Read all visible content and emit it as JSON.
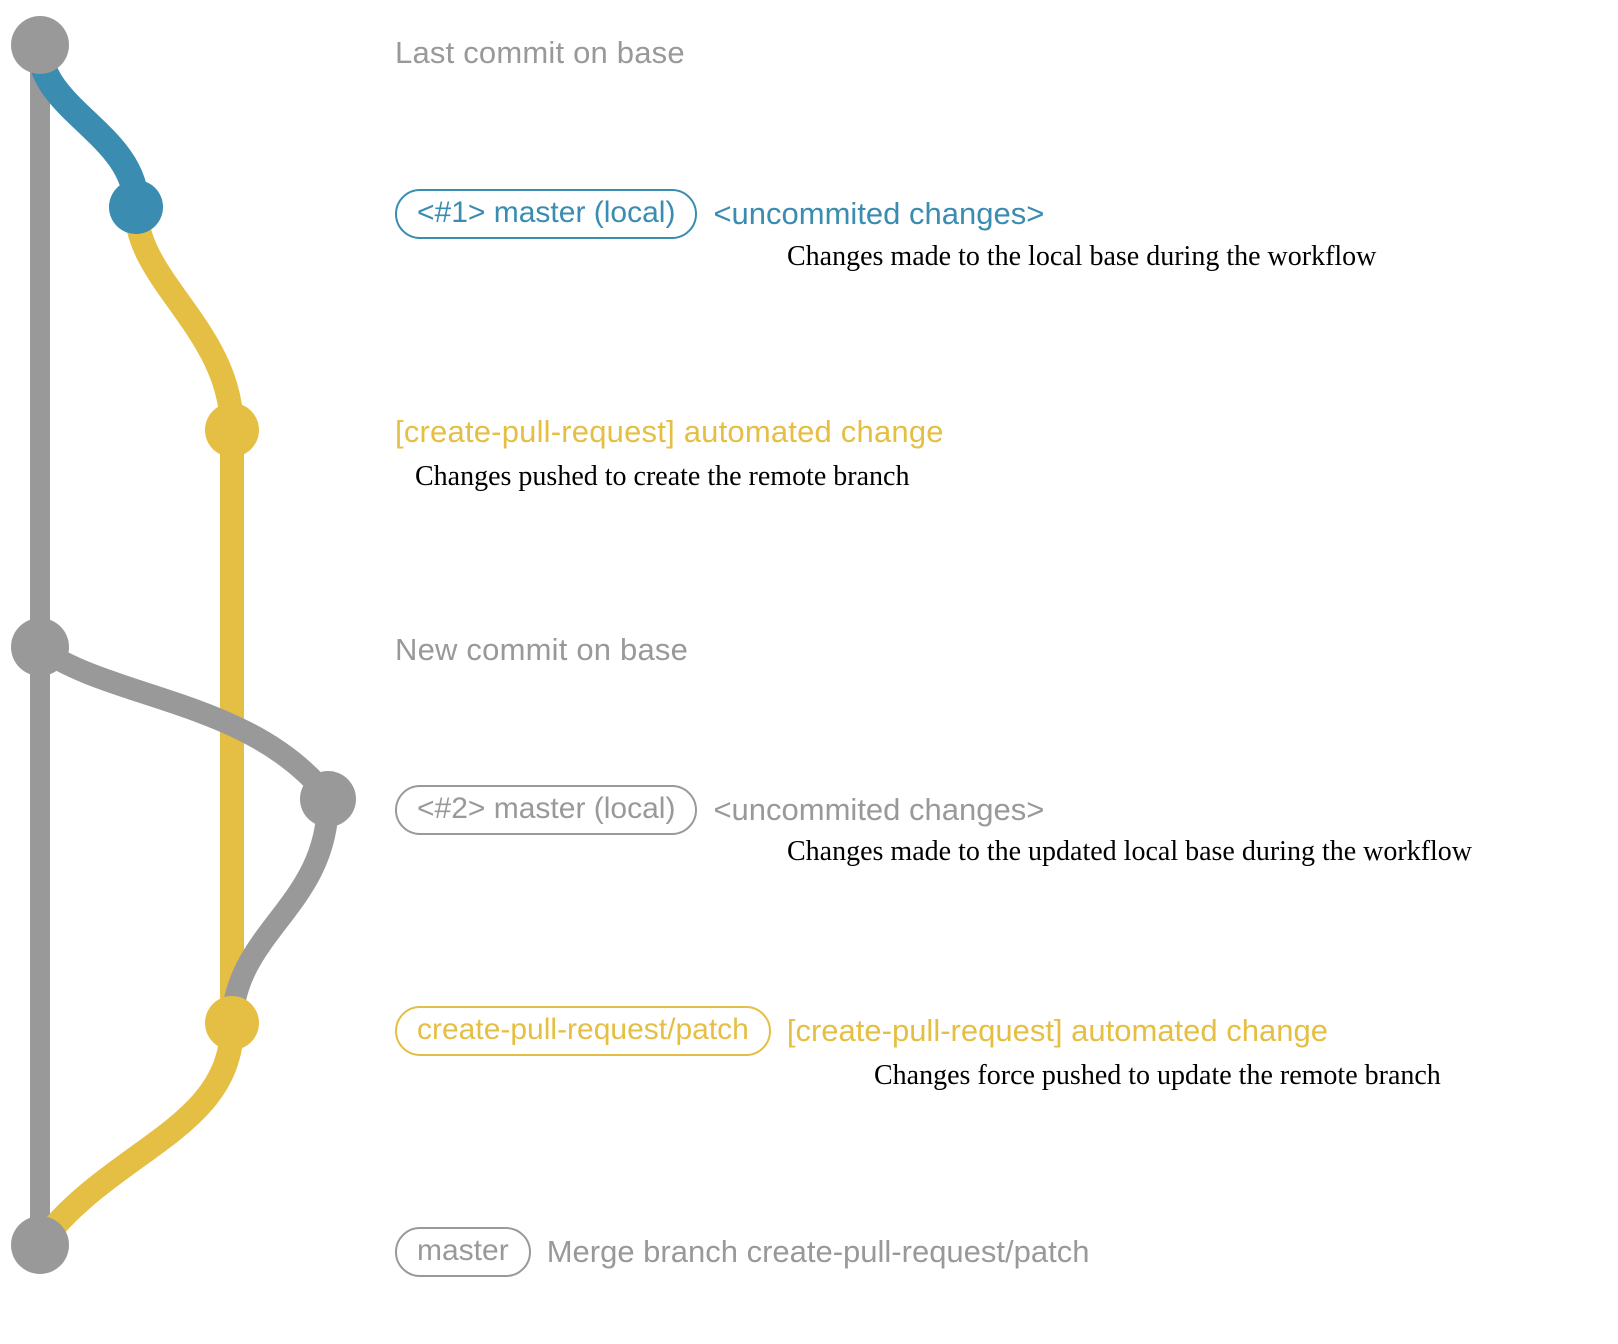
{
  "diagram": {
    "title": "git commit graph for create-pull-request workflow",
    "colors": {
      "base_gray": "#999999",
      "local_blue": "#3a8cb0",
      "patch_yellow": "#e5bf43",
      "description_text": "#000000",
      "background": "#ffffff"
    }
  },
  "rows": [
    {
      "id": "last-commit-on-base",
      "pill": null,
      "subject": "Last commit on base",
      "subject_color": "#999999",
      "description": null,
      "node_color": "#999999",
      "lane": "base"
    },
    {
      "id": "master-local-1",
      "pill": "<#1> master (local)",
      "pill_color": "#3a8cb0",
      "subject": "<uncommited changes>",
      "subject_color": "#3a8cb0",
      "description": "Changes made to the local base during the workflow",
      "node_color": "#3a8cb0",
      "lane": "local"
    },
    {
      "id": "automated-change-1",
      "pill": null,
      "subject": "[create-pull-request] automated change",
      "subject_color": "#e5bf43",
      "description": "Changes pushed to create the remote branch",
      "node_color": "#e5bf43",
      "lane": "patch"
    },
    {
      "id": "new-commit-on-base",
      "pill": null,
      "subject": "New commit on base",
      "subject_color": "#999999",
      "description": null,
      "node_color": "#999999",
      "lane": "base"
    },
    {
      "id": "master-local-2",
      "pill": "<#2> master (local)",
      "pill_color": "#999999",
      "subject": "<uncommited changes>",
      "subject_color": "#999999",
      "description": "Changes made to the updated local base during the workflow",
      "node_color": "#999999",
      "lane": "local2"
    },
    {
      "id": "automated-change-2",
      "pill": "create-pull-request/patch",
      "pill_color": "#e5bf43",
      "subject": "[create-pull-request] automated change",
      "subject_color": "#e5bf43",
      "description": "Changes force pushed to update the remote branch",
      "node_color": "#e5bf43",
      "lane": "patch"
    },
    {
      "id": "merge-commit",
      "pill": "master",
      "pill_color": "#999999",
      "subject": "Merge branch create-pull-request/patch",
      "subject_color": "#999999",
      "description": null,
      "node_color": "#999999",
      "lane": "base"
    }
  ]
}
